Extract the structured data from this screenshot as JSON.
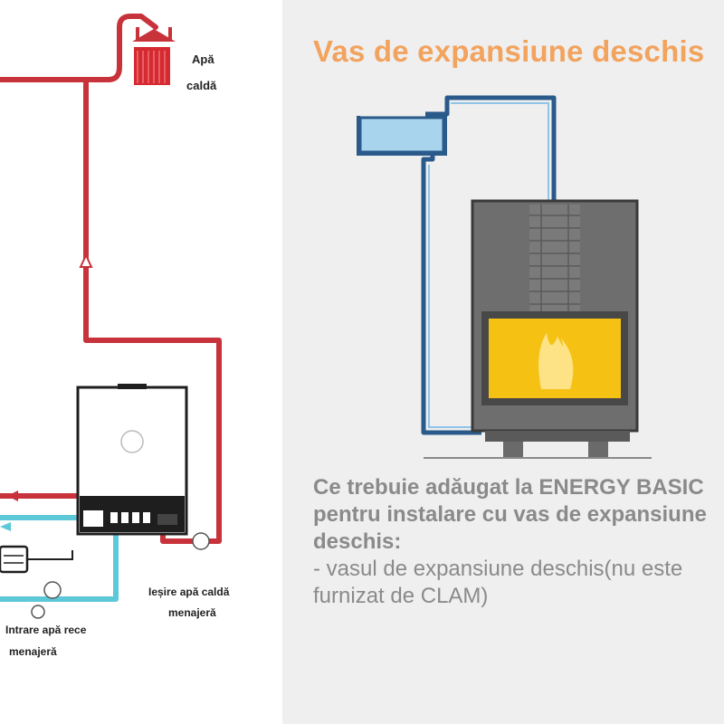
{
  "title": "Vas de expansiune deschis",
  "labels": {
    "hot_water": [
      "Apă",
      "caldă"
    ],
    "hot_water_outlet": [
      "Ieșire apă caldă",
      "menajeră"
    ],
    "cold_water_inlet": [
      "Intrare apă rece",
      "menajeră"
    ]
  },
  "description": {
    "heading_lines": [
      "Ce trebuie adăugat la ENERGY BASIC",
      "pentru instalare cu vas de expansiune",
      "deschis:"
    ],
    "item_lines": [
      "- vasul de expansiune deschis(nu este",
      "furnizat de CLAM)"
    ]
  },
  "colors": {
    "hot_pipe": "#c8323a",
    "cold_pipe": "#5cc8d8",
    "title": "#f2a35e",
    "expansion_pipe": "#2a5a8a",
    "tank_fill": "#a8d4ee",
    "stove_body": "#6e6e6e",
    "fire_window": "#f5c214"
  }
}
